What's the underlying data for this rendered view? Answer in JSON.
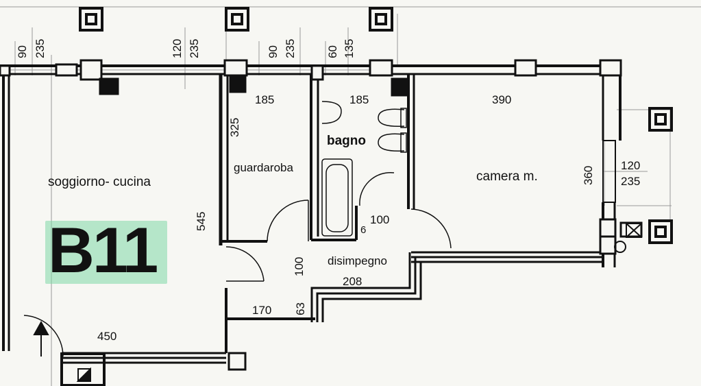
{
  "unit": {
    "code": "B11",
    "highlight_color": "#7fd9a5"
  },
  "rooms": {
    "living": "soggiorno- cucina",
    "wardrobe": "guardaroba",
    "bath": "bagno",
    "bedroom": "camera m.",
    "hallway": "disimpegno"
  },
  "dims": {
    "w1_a": "90",
    "w1_b": "235",
    "w2_a": "120",
    "w2_b": "235",
    "w3_a": "90",
    "w3_b": "235",
    "w4_a": "60",
    "w4_b": "135",
    "wardrobe_w": "185",
    "bath_w": "185",
    "bedroom_w": "390",
    "wardrobe_d": "325",
    "living_d": "545",
    "bedroom_d": "360",
    "side_a": "120",
    "side_b": "235",
    "door_100": "100",
    "door_6": "6",
    "hall_100": "100",
    "hall_208": "208",
    "hall_170": "170",
    "hall_63": "63",
    "entry_450": "450"
  },
  "colors": {
    "wall": "#111111",
    "paper": "#f7f7f3",
    "dimline": "#888888"
  }
}
